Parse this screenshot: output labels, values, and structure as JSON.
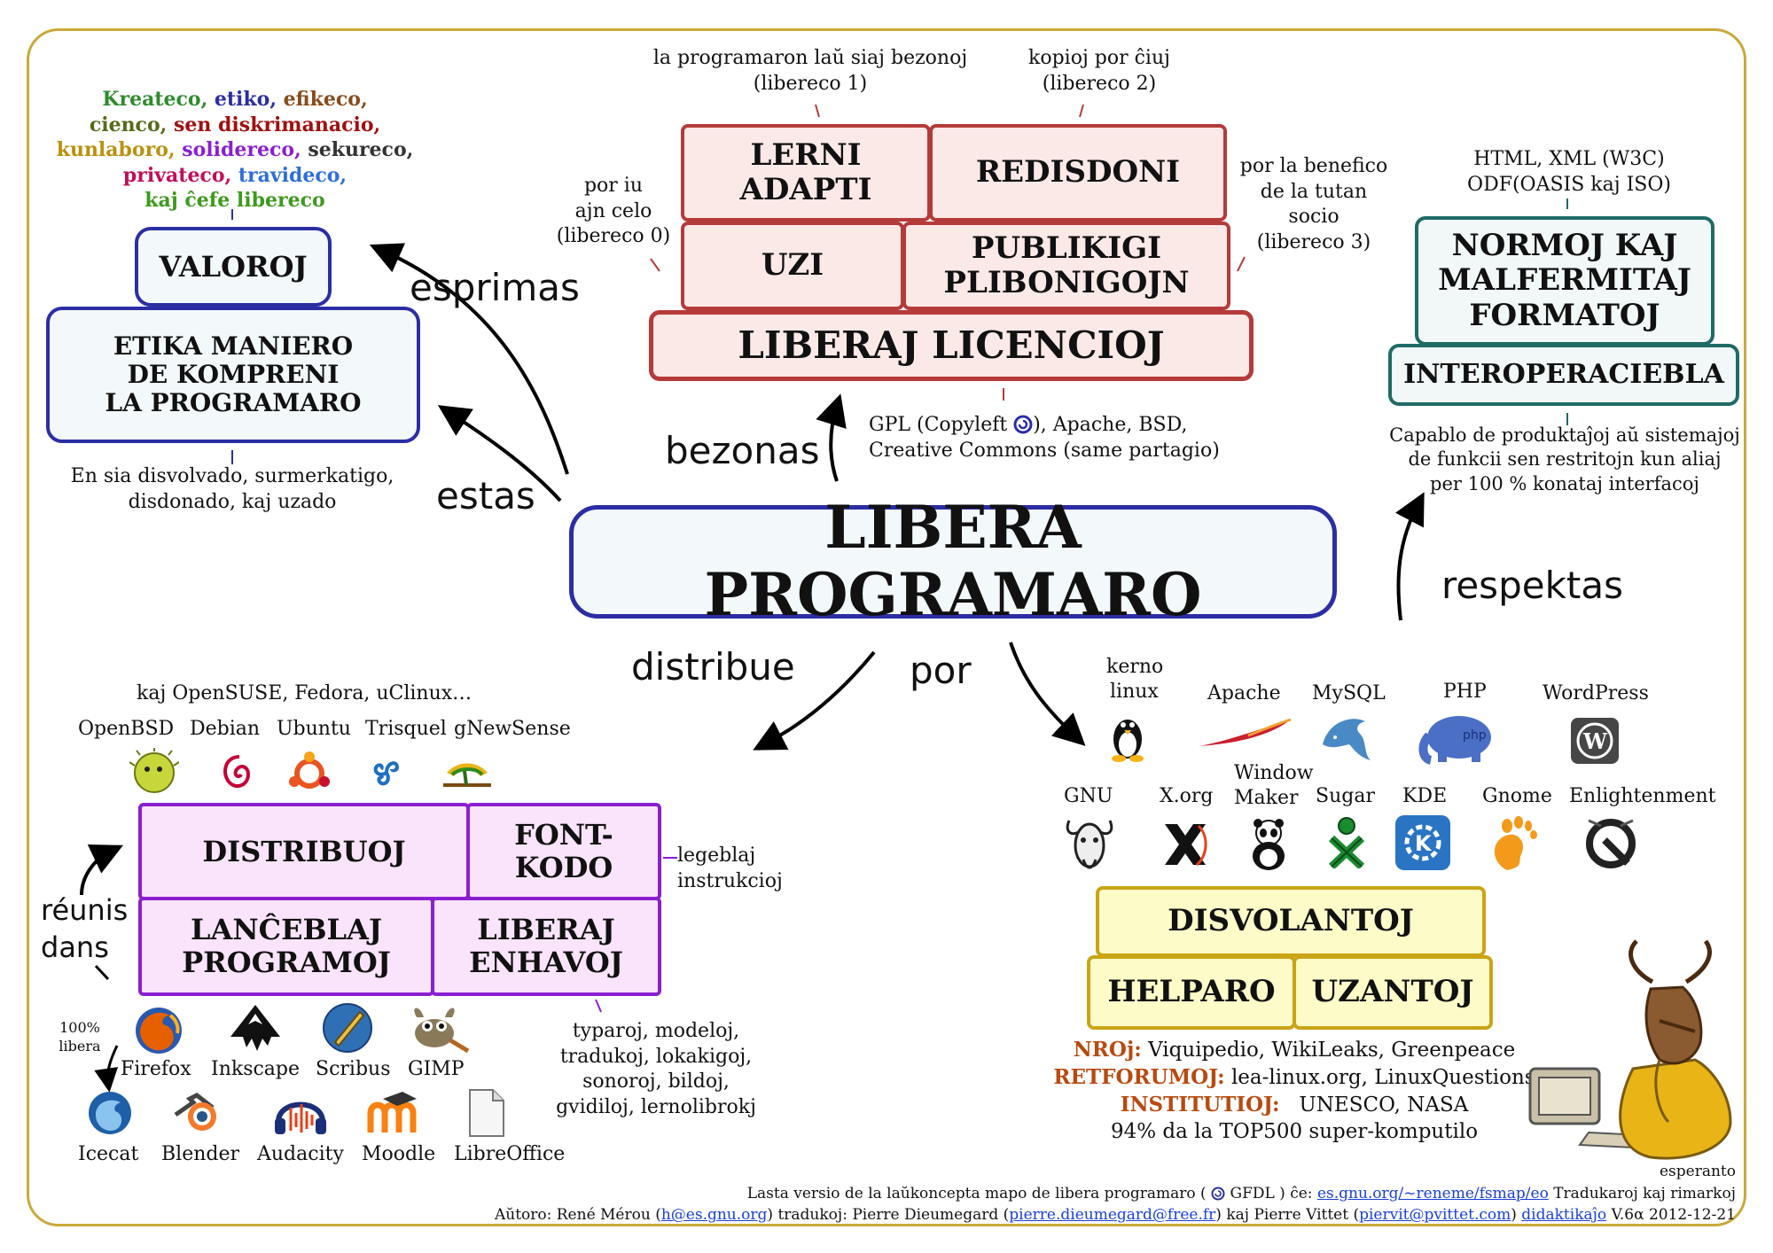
{
  "center": {
    "title": "LIBERA PROGRAMARO"
  },
  "verbs": {
    "esprimas": "esprimas",
    "estas": "estas",
    "bezonas": "bezonas",
    "respektas": "respektas",
    "distribue": "distribue",
    "por": "por",
    "reunis_line1": "réunis",
    "reunis_line2": "dans"
  },
  "values": {
    "lines": [
      [
        {
          "t": "Kreateco,",
          "c": "#2e8b2e"
        },
        {
          "t": "etiko,",
          "c": "#2b2ea3"
        },
        {
          "t": "efikeco,",
          "c": "#8a4a1a"
        }
      ],
      [
        {
          "t": "cienco,",
          "c": "#556b1a"
        },
        {
          "t": "sen diskrimanacio,",
          "c": "#a01010"
        }
      ],
      [
        {
          "t": "kunlaboro,",
          "c": "#b8920f"
        },
        {
          "t": "solidereco,",
          "c": "#8a1fd0"
        },
        {
          "t": "sekureco,",
          "c": "#333"
        }
      ],
      [
        {
          "t": "privateco,",
          "c": "#c0105a"
        },
        {
          "t": "travideco,",
          "c": "#2f6fd6"
        }
      ],
      [
        {
          "t": "kaj ĉefe libereco",
          "c": "#3d9a1d"
        }
      ]
    ],
    "valoroj": "VALOROJ",
    "etika_1": "ETIKA MANIERO",
    "etika_2": "DE KOMPRENI",
    "etika_3": "LA PROGRAMARO",
    "note_1": "En sia disvolvado, surmerkatigo,",
    "note_2": "disdonado, kaj uzado"
  },
  "licenses": {
    "lerni_1": "LERNI",
    "lerni_2": "ADAPTI",
    "redisdoni": "REDISDONI",
    "uzi": "UZI",
    "publikigi_1": "PUBLIKIGI",
    "publikigi_2": "PLIBONIGOJN",
    "base": "LIBERAJ LICENCIOJ",
    "f1_a": "la programaron laŭ siaj  bezonoj",
    "f1_b": "(libereco 1)",
    "f2_a": "kopioj por ĉiuj",
    "f2_b": "(libereco 2)",
    "f0_a": "por iu",
    "f0_b": "ajn celo",
    "f0_c": "(libereco 0)",
    "f3_a": "por la benefico",
    "f3_b": "de la tutan",
    "f3_c": "socio",
    "f3_d": "(libereco 3)",
    "gpl_a": "GPL  (Copyleft",
    "gpl_b": "), Apache, BSD,",
    "gpl_c": "Creative Commons (same partagio)"
  },
  "standards": {
    "top_a": "HTML, XML  (W3C)",
    "top_b": "ODF(OASIS kaj ISO)",
    "normoj_1": "NORMOJ KAJ",
    "normoj_2": "MALFERMITAJ",
    "normoj_3": "FORMATOJ",
    "interop": "INTEROPERACIEBLA",
    "note_a": "Capablo de produktaĵoj aŭ sistemajoj",
    "note_b": "de funkcii sen restritojn kun aliaj",
    "note_c": "per 100 % konataj interfacoj"
  },
  "distributions": {
    "more": "kaj OpenSUSE,  Fedora, uClinux…",
    "names": [
      "OpenBSD",
      "Debian",
      "Ubuntu",
      "Trisquel",
      "gNewSense"
    ],
    "distribuoj": "DISTRIBUOJ",
    "font_1": "FONT-",
    "font_2": "KODO",
    "lanc_1": "LANĈEBLAJ",
    "lanc_2": "PROGRAMOJ",
    "liber_1": "LIBERAJ",
    "liber_2": "ENHAVOJ",
    "legeblaj_1": "legeblaj",
    "legeblaj_2": "instrukcioj",
    "content_a": "typaroj, modeloj,",
    "content_b": "tradukoj, lokakigoj,",
    "content_c": "sonoroj, bildoj,",
    "content_d": "gvidiloj, lernolibrokj",
    "libera_1": "100%",
    "libera_2": "libera",
    "apps_row1": [
      "Firefox",
      "Inkscape",
      "Scribus",
      "GIMP"
    ],
    "apps_row2": [
      "Icecat",
      "Blender",
      "Audacity",
      "Moodle",
      "LibreOffice"
    ]
  },
  "developers": {
    "row1": [
      "kerno",
      "linux",
      "Apache",
      "MySQL",
      "PHP",
      "WordPress"
    ],
    "row2": [
      "GNU",
      "X.org",
      "Window",
      "Maker",
      "Sugar",
      "KDE",
      "Gnome",
      "Enlightenment"
    ],
    "disvolantoj": "DISVOLANTOJ",
    "helparo": "HELPARO",
    "uzantoj": "UZANTOJ",
    "nroj_k": "NROj:",
    "nroj_v": "Viquipedio, WikiLeaks, Greenpeace",
    "retf_k": "RETFORUMOJ:",
    "retf_v": "lea-linux.org,  LinuxQuestions",
    "inst_k": "INSTITUTIOJ:",
    "inst_v": "UNESCO,  NASA",
    "top500": "94% da la TOP500 super-komputilo",
    "keycolor": "#b84a10"
  },
  "footer": {
    "lang": "esperanto",
    "l2_a": "Lasta versio de la laŭkoncepta mapo de libera programaro (",
    "l2_b": "GFDL ) ĉe:",
    "l2_link": "es.gnu.org/~reneme/fsmap/eo",
    "l2_c": "Tradukaroj kaj rimarkoj",
    "l3_a": "Aŭtoro: René Mérou (",
    "l3_l1": "h@es.gnu.org",
    "l3_b": ") tradukoj: Pierre Dieumegard (",
    "l3_l2": "pierre.dieumegard@free.fr",
    "l3_c": ") kaj Pierre Vittet (",
    "l3_l3": "piervit@pvittet.com",
    "l3_d": ")",
    "l3_l4": "didaktikaĵo",
    "l3_e": "V.6α 2012-12-21"
  }
}
